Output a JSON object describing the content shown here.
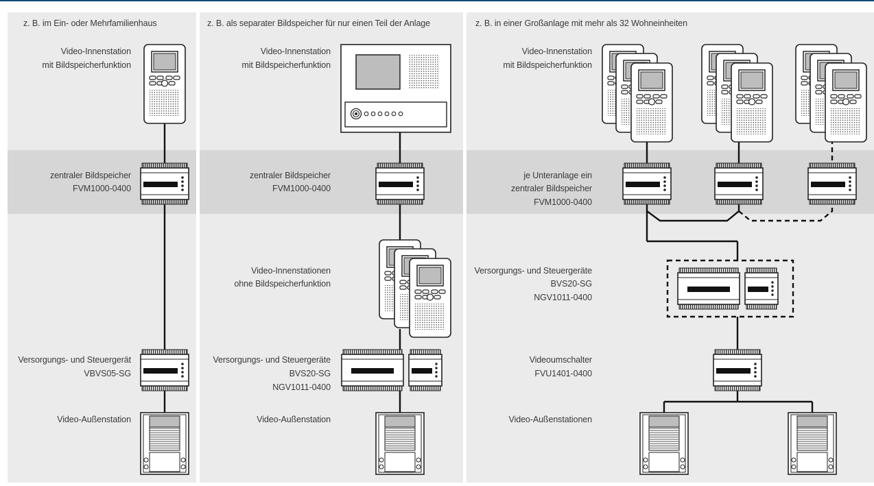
{
  "columns": [
    {
      "heading": "z. B. im Ein- oder Mehrfamilienhaus",
      "labels": {
        "indoor": [
          "Video-Innenstation",
          "mit Bildspeicherfunktion"
        ],
        "storage": [
          "zentraler Bildspeicher",
          "FVM1000-0400"
        ],
        "supply": [
          "Versorgungs- und Steuergerät",
          "VBVS05-SG"
        ],
        "outdoor": [
          "Video-Außenstation"
        ]
      }
    },
    {
      "heading": "z. B. als separater Bildspeicher für nur einen Teil der Anlage",
      "labels": {
        "indoor": [
          "Video-Innenstation",
          "mit Bildspeicherfunktion"
        ],
        "storage": [
          "zentraler Bildspeicher",
          "FVM1000-0400"
        ],
        "indoor_plain": [
          "Video-Innenstationen",
          "ohne Bildspeicherfunktion"
        ],
        "supply": [
          "Versorgungs- und Steuergeräte",
          "BVS20-SG",
          "NGV1011-0400"
        ],
        "outdoor": [
          "Video-Außenstation"
        ]
      }
    },
    {
      "heading": "z. B. in einer Großanlage mit mehr als 32 Wohneinheiten",
      "labels": {
        "indoor": [
          "Video-Innenstation",
          "mit Bildspeicherfunktion"
        ],
        "storage": [
          "je Unteranlage ein",
          "zentraler Bildspeicher",
          "FVM1000-0400"
        ],
        "supply": [
          "Versorgungs- und Steuergeräte",
          "BVS20-SG",
          "NGV1011-0400"
        ],
        "switch": [
          "Videoumschalter",
          "FVU1401-0400"
        ],
        "outdoor": [
          "Video-Außenstationen"
        ]
      }
    }
  ],
  "colors": {
    "panel": "#ebebeb",
    "band": "#d6d6d6",
    "top_rule": "#0d4a7a",
    "device": "#ffffff",
    "stroke": "#222222",
    "line": "#111111"
  },
  "icons": [
    "video-indoor-station-icon",
    "video-indoor-station-large-icon",
    "image-storage-module-icon",
    "power-control-module-icon",
    "video-switch-module-icon",
    "video-outdoor-station-icon"
  ]
}
